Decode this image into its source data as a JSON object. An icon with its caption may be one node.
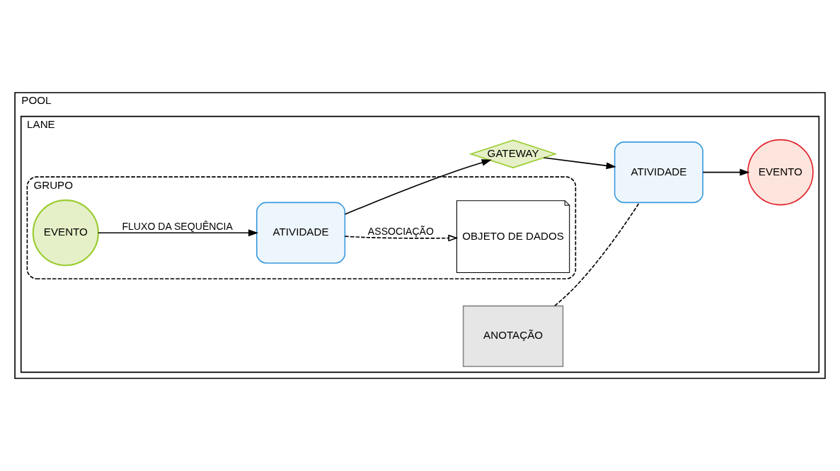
{
  "diagram": {
    "nodes": [
      {
        "text": [
          "POOL"
        ]
      },
      {
        "text": [
          "LANE"
        ],
        "in": 0
      },
      {
        "text": [
          "GRUPO"
        ],
        "in": 1
      },
      {
        "text": [
          "EVENTO"
        ],
        "in": 2
      },
      {
        "text": [
          "ATIVIDADE"
        ],
        "in": 2
      },
      {
        "text": [
          "OBJETO DE DADOS"
        ],
        "in": 2
      },
      {
        "text": [
          "GATEWAY"
        ],
        "in": 1
      },
      {
        "text": [
          "ANOTAÇÃO"
        ],
        "in": 1
      },
      {
        "text": [
          "ATIVIDADE"
        ],
        "in": 1
      },
      {
        "text": [
          "EVENTO"
        ],
        "in": 1
      }
    ],
    "edges": [
      {
        "from": 3,
        "to": 4,
        "arrow": "to",
        "label": "FLUXO DA SEQUÊNCIA"
      },
      {
        "from": 4,
        "to": 5,
        "arrow": "to",
        "label": "ASSOCIAÇÃO",
        "style": "dashed"
      },
      {
        "from": 4,
        "to": 6,
        "arrow": "to"
      },
      {
        "from": 6,
        "to": 8,
        "arrow": "to"
      },
      {
        "from": 7,
        "to": 8,
        "arrow": "none",
        "style": "dashed"
      },
      {
        "from": 8,
        "to": 9,
        "arrow": "to"
      }
    ]
  }
}
